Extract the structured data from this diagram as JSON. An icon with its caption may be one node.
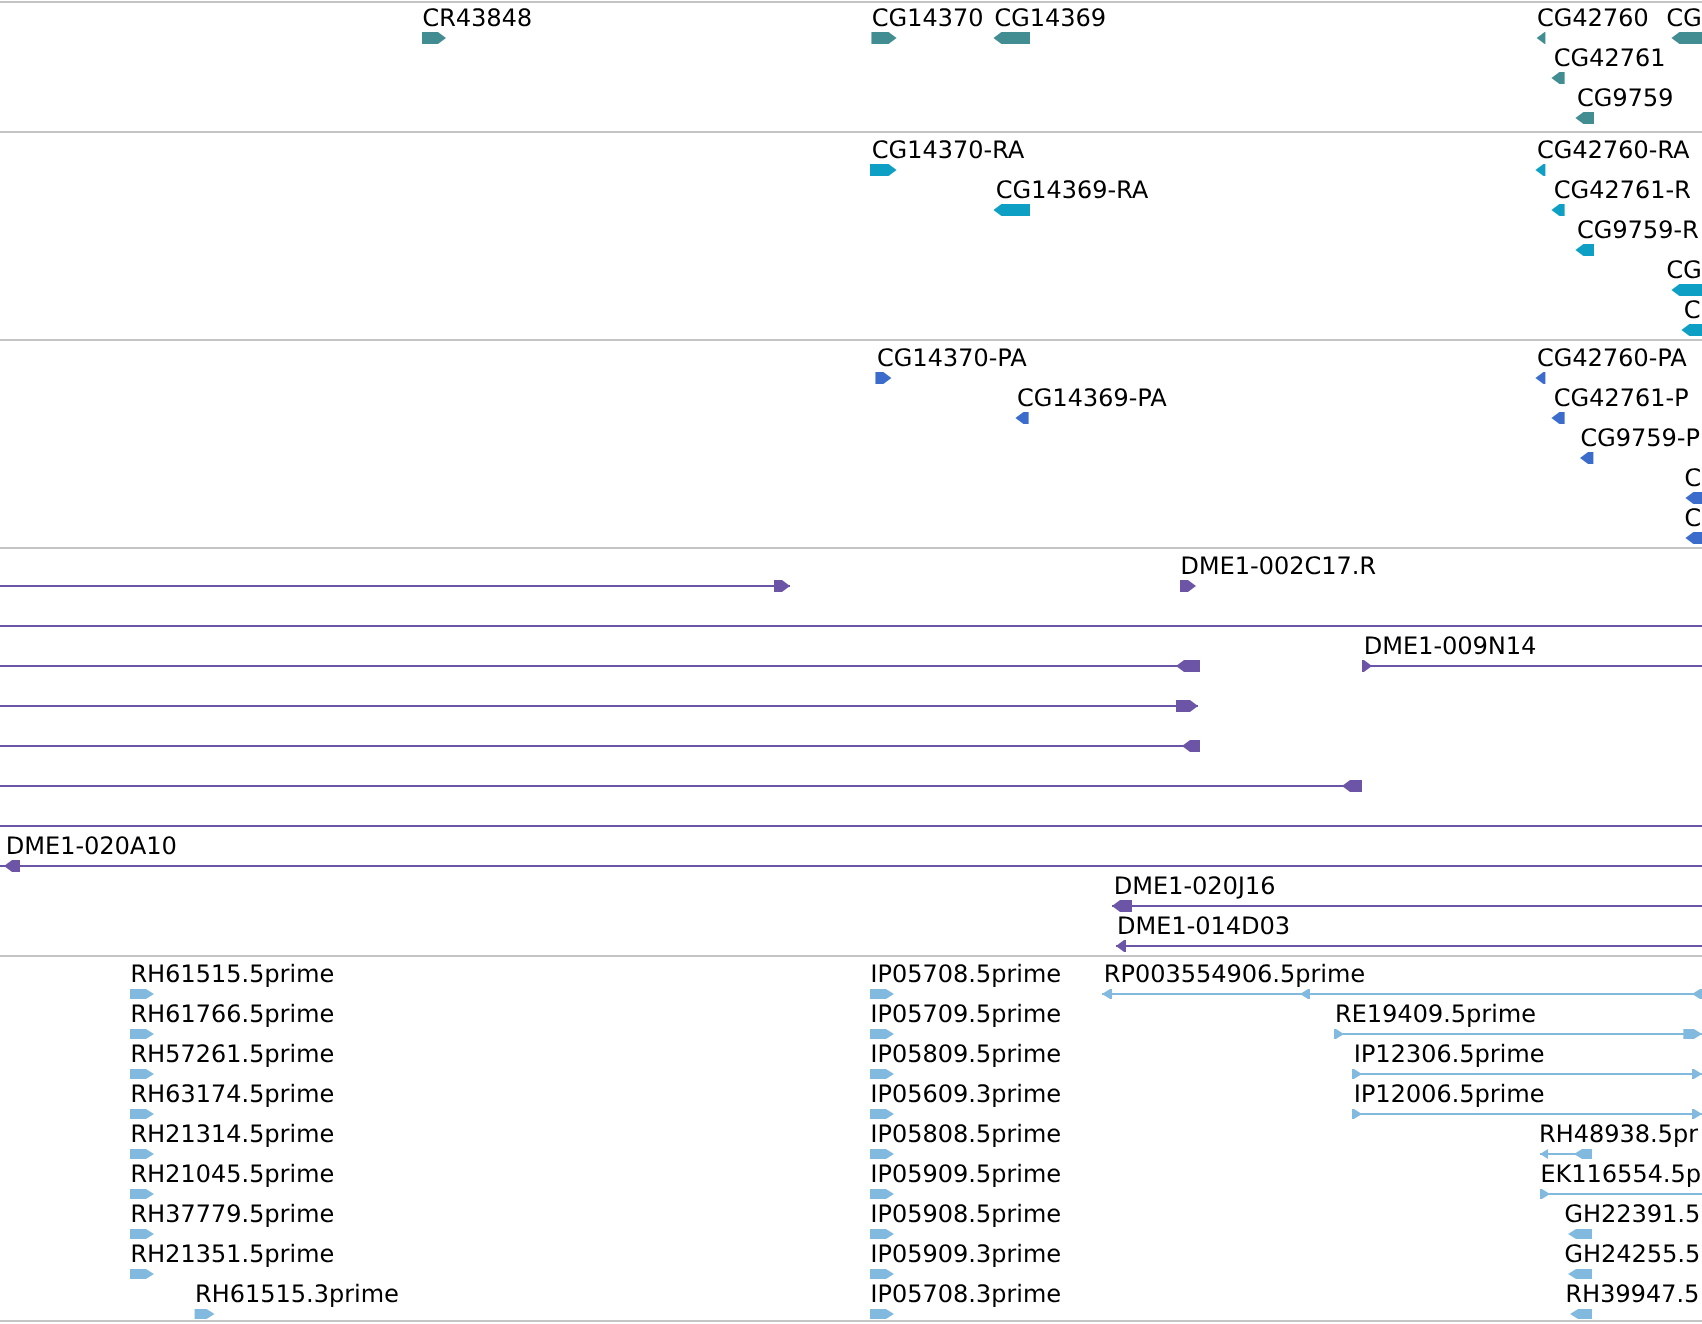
{
  "diagram": {
    "labels": [
      "CR43848",
      "CG14370",
      "CG14369",
      "CG42760",
      "CG",
      "CG42761",
      "CG9759",
      "CG14370-RA",
      "CG42760-RA",
      "CG14369-RA",
      "CG42761-R",
      "CG9759-R",
      "CG",
      "C",
      "CG14370-PA",
      "CG42760-PA",
      "CG14369-PA",
      "CG42761-P",
      "CG9759-P",
      "C",
      "C",
      "DME1-002C17.R",
      "DME1-009N14",
      "DME1-020A10",
      "DME1-020J16",
      "DME1-014D03",
      "RH61515.5prime",
      "IP05708.5prime",
      "RP003554906.5prime",
      "RH61766.5prime",
      "IP05709.5prime",
      "RE19409.5prime",
      "RH57261.5prime",
      "IP05809.5prime",
      "IP12306.5prime",
      "RH63174.5prime",
      "IP05609.3prime",
      "IP12006.5prime",
      "RH21314.5prime",
      "IP05808.5prime",
      "RH48938.5pr",
      "RH21045.5prime",
      "IP05909.5prime",
      "EK116554.5p",
      "RH37779.5prime",
      "IP05908.5prime",
      "GH22391.5",
      "RH21351.5prime",
      "IP05909.3prime",
      "GH24255.5",
      "RH61515.3prime",
      "IP05708.3prime",
      "RH39947.5"
    ]
  }
}
